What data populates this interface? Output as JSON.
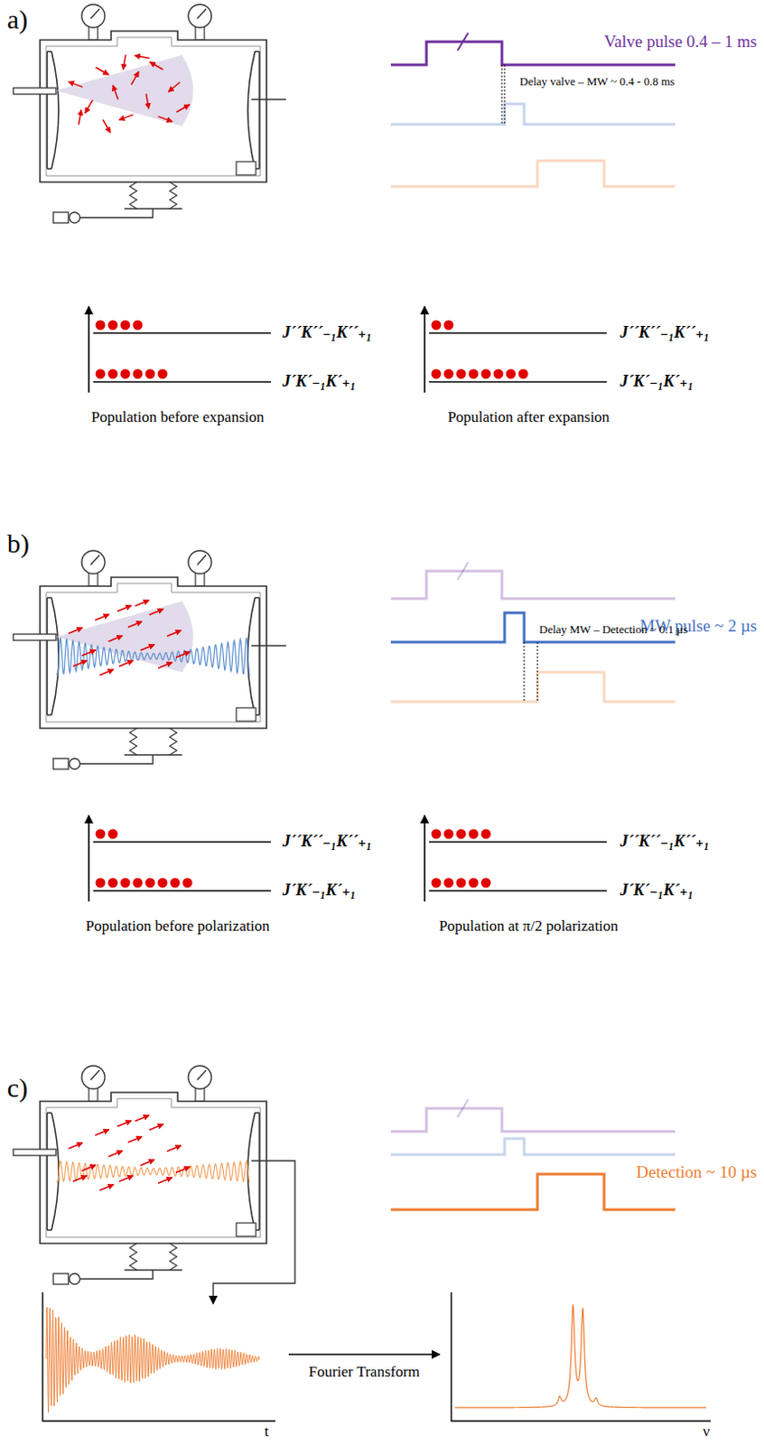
{
  "diagram": {
    "labels": [
      "a)",
      "Valve pulse 0.4 – 1 ms",
      "Delay valve – MW ~ 0.4 - 0.8 ms",
      "J´´K´´₋₁K´´₊₁",
      "J´K´₋₁K´₊₁",
      "J´´K´´₋₁K´´₊₁",
      "J´K´₋₁K´₊₁",
      "Population before expansion",
      "Population after expansion",
      "b)",
      "MW pulse ~ 2 µs",
      "Delay MW – Detection ~ 0.1 µs",
      "J´´K´´₋₁K´´₊₁",
      "J´K´₋₁K´₊₁",
      "J´´K´´₋₁K´´₊₁",
      "J´K´₋₁K´₊₁",
      "Population before polarization",
      "Population at π/2 polarization",
      "c)",
      "Detection ~ 10 µs",
      "Fourier Transform",
      "t",
      "ν"
    ]
  }
}
